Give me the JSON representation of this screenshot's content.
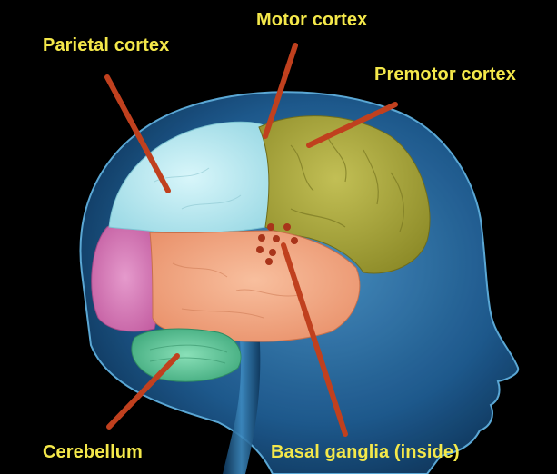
{
  "labels": {
    "motor": "Motor cortex",
    "parietal": "Parietal cortex",
    "premotor": "Premotor cortex",
    "cerebellum": "Cerebellum",
    "basal": "Basal ganglia (inside)"
  },
  "colors": {
    "background": "#000000",
    "label_text": "#f4e84a",
    "pointer": "#c0401e",
    "head": "#2a6fa8",
    "parietal": "#b8e8ef",
    "motor_premotor": "#a9a63a",
    "occipital": "#d77ab6",
    "temporal": "#f2a27e",
    "cerebellum": "#62c79a",
    "basal_ganglia": "#a8341a"
  }
}
